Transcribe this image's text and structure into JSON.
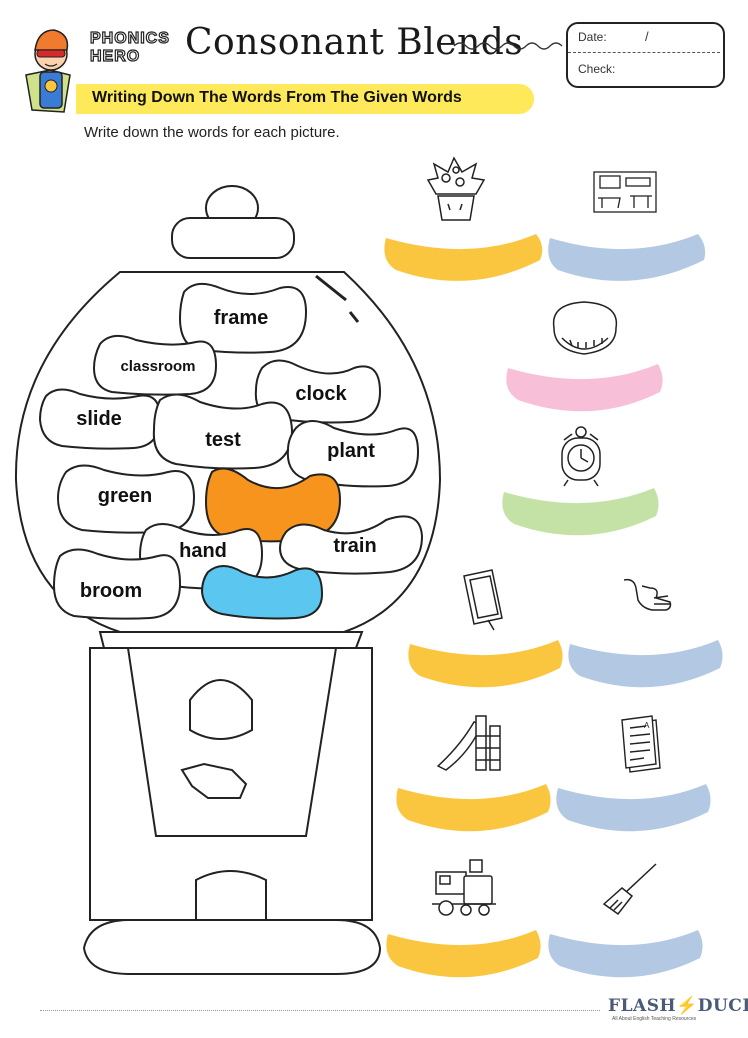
{
  "header": {
    "brand_line1": "PHONICS",
    "brand_line2": "HERO",
    "title": "Consonant Blends",
    "banner": "Writing Down The Words From The Given Words",
    "instruction": "Write down the words for each picture."
  },
  "date_box": {
    "date_label": "Date:",
    "date_slash": "/",
    "check_label": "Check:"
  },
  "machine": {
    "words": [
      "frame",
      "classroom",
      "clock",
      "slide",
      "test",
      "plant",
      "green",
      "hand",
      "train",
      "broom"
    ],
    "colored_beans": [
      {
        "name": "orange-bean",
        "color": "#f7941d"
      },
      {
        "name": "blue-bean",
        "color": "#5bc7f0"
      }
    ]
  },
  "pictures": [
    {
      "icon": "plant-icon",
      "strip_color": "#fbc63f"
    },
    {
      "icon": "classroom-icon",
      "strip_color": "#b3c8e2"
    },
    {
      "icon": "broom-cupboard-icon",
      "strip_color": "#f8bfd8"
    },
    {
      "icon": "clock-icon",
      "strip_color": "#c5e2a6"
    },
    {
      "icon": "frame-icon",
      "strip_color": "#fbc63f"
    },
    {
      "icon": "hand-icon",
      "strip_color": "#b3c8e2"
    },
    {
      "icon": "slide-icon",
      "strip_color": "#fbc63f"
    },
    {
      "icon": "test-paper-icon",
      "strip_color": "#b3c8e2"
    },
    {
      "icon": "train-icon",
      "strip_color": "#fbc63f"
    },
    {
      "icon": "broom-icon",
      "strip_color": "#b3c8e2"
    }
  ],
  "footer": {
    "logo_left": "FLASH",
    "logo_bolt": "⚡",
    "logo_right": "DUCK",
    "tagline": "All About English  Teaching Resources"
  },
  "colors": {
    "banner": "#fde95a",
    "orange_bean": "#f7941d",
    "blue_bean": "#5bc7f0",
    "yellow_strip": "#fbc63f",
    "blue_strip": "#b3c8e2",
    "pink_strip": "#f8bfd8",
    "green_strip": "#c5e2a6"
  }
}
